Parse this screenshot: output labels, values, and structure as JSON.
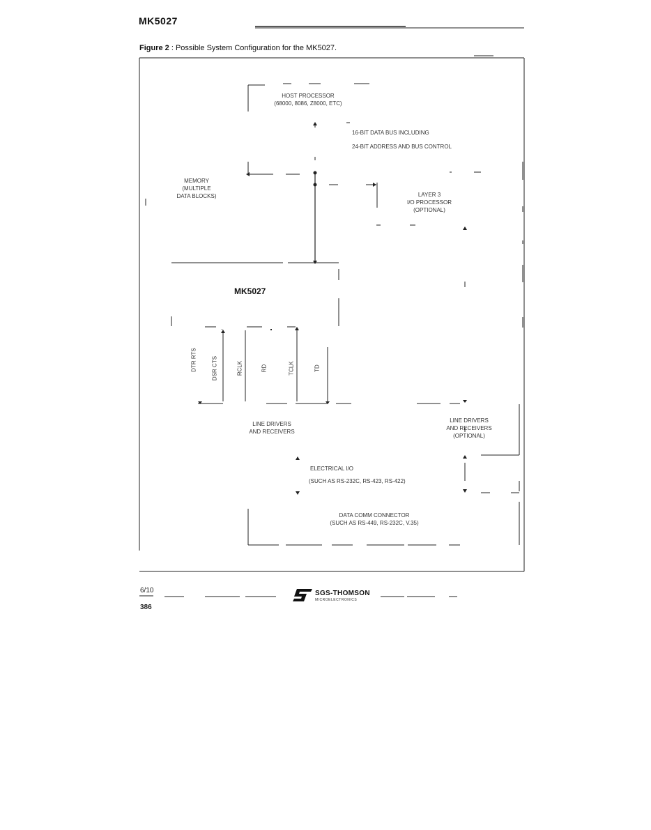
{
  "header": {
    "doc_title": "MK5027"
  },
  "figure": {
    "label": "Figure 2",
    "caption": " : Possible System Configuration for the MK5027."
  },
  "blocks": {
    "host": {
      "line1": "HOST PROCESSOR",
      "line2": "(68000, 8086, Z8000, ETC)"
    },
    "bus": {
      "line1": "16-BIT DATA BUS INCLUDING",
      "line2": "24-BIT ADDRESS AND BUS CONTROL"
    },
    "memory": {
      "line1": "MEMORY",
      "line2": "(MULTIPLE",
      "line3": "DATA BLOCKS)"
    },
    "layer3": {
      "line1": "LAYER 3",
      "line2": "I/O PROCESSOR",
      "line3": "(OPTIONAL)"
    },
    "chip": {
      "name": "MK5027"
    },
    "signals": [
      "DTR RTS",
      "DSR CTS",
      "RCLK",
      "RD",
      "TCLK",
      "TD"
    ],
    "line_drivers_left": {
      "line1": "LINE DRIVERS",
      "line2": "AND RECEIVERS"
    },
    "line_drivers_right": {
      "line1": "LINE DRIVERS",
      "line2": "AND RECEIVERS",
      "line3": "(OPTIONAL)"
    },
    "electrical": {
      "line1": "ELECTRICAL I/O",
      "line2": "(SUCH AS RS-232C, RS-423, RS-422)"
    },
    "connector": {
      "line1": "DATA COMM CONNECTOR",
      "line2": "(SUCH AS RS-449, RS-232C, V.35)"
    }
  },
  "footer": {
    "page_ref": "6/10",
    "page_number": "386",
    "logo_name": "SGS-THOMSON",
    "logo_sub": "MICROELECTRONICS"
  }
}
